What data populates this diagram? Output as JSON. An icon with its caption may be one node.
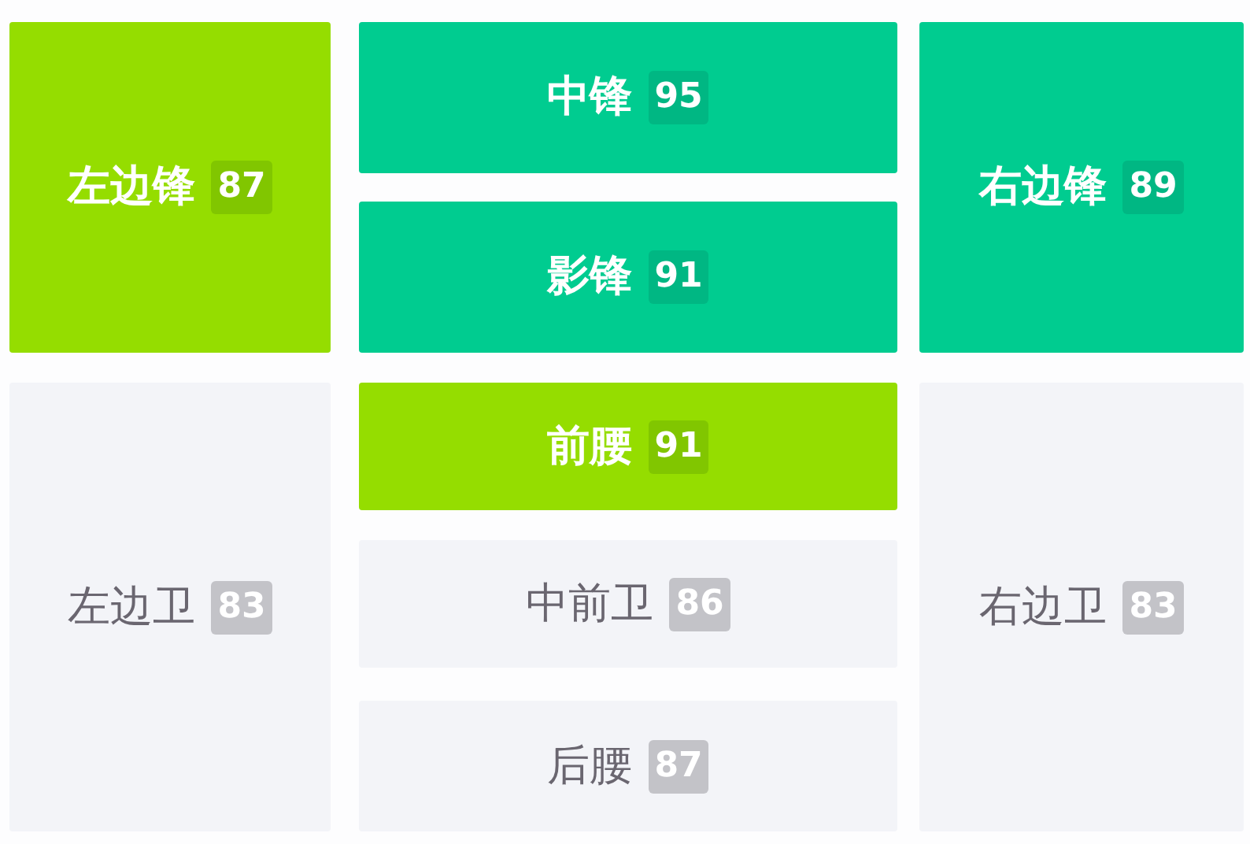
{
  "diagram": {
    "nodes": [
      {
        "text": [
          "左边锋",
          "87"
        ]
      },
      {
        "text": [
          "中锋",
          "95"
        ]
      },
      {
        "text": [
          "右边锋",
          "89"
        ]
      },
      {
        "text": [
          "影锋",
          "91"
        ]
      },
      {
        "text": [
          "左边卫",
          "83"
        ]
      },
      {
        "text": [
          "前腰",
          "91"
        ]
      },
      {
        "text": [
          "右边卫",
          "83"
        ]
      },
      {
        "text": [
          "中前卫",
          "86"
        ]
      },
      {
        "text": [
          "后腰",
          "87"
        ]
      }
    ]
  }
}
